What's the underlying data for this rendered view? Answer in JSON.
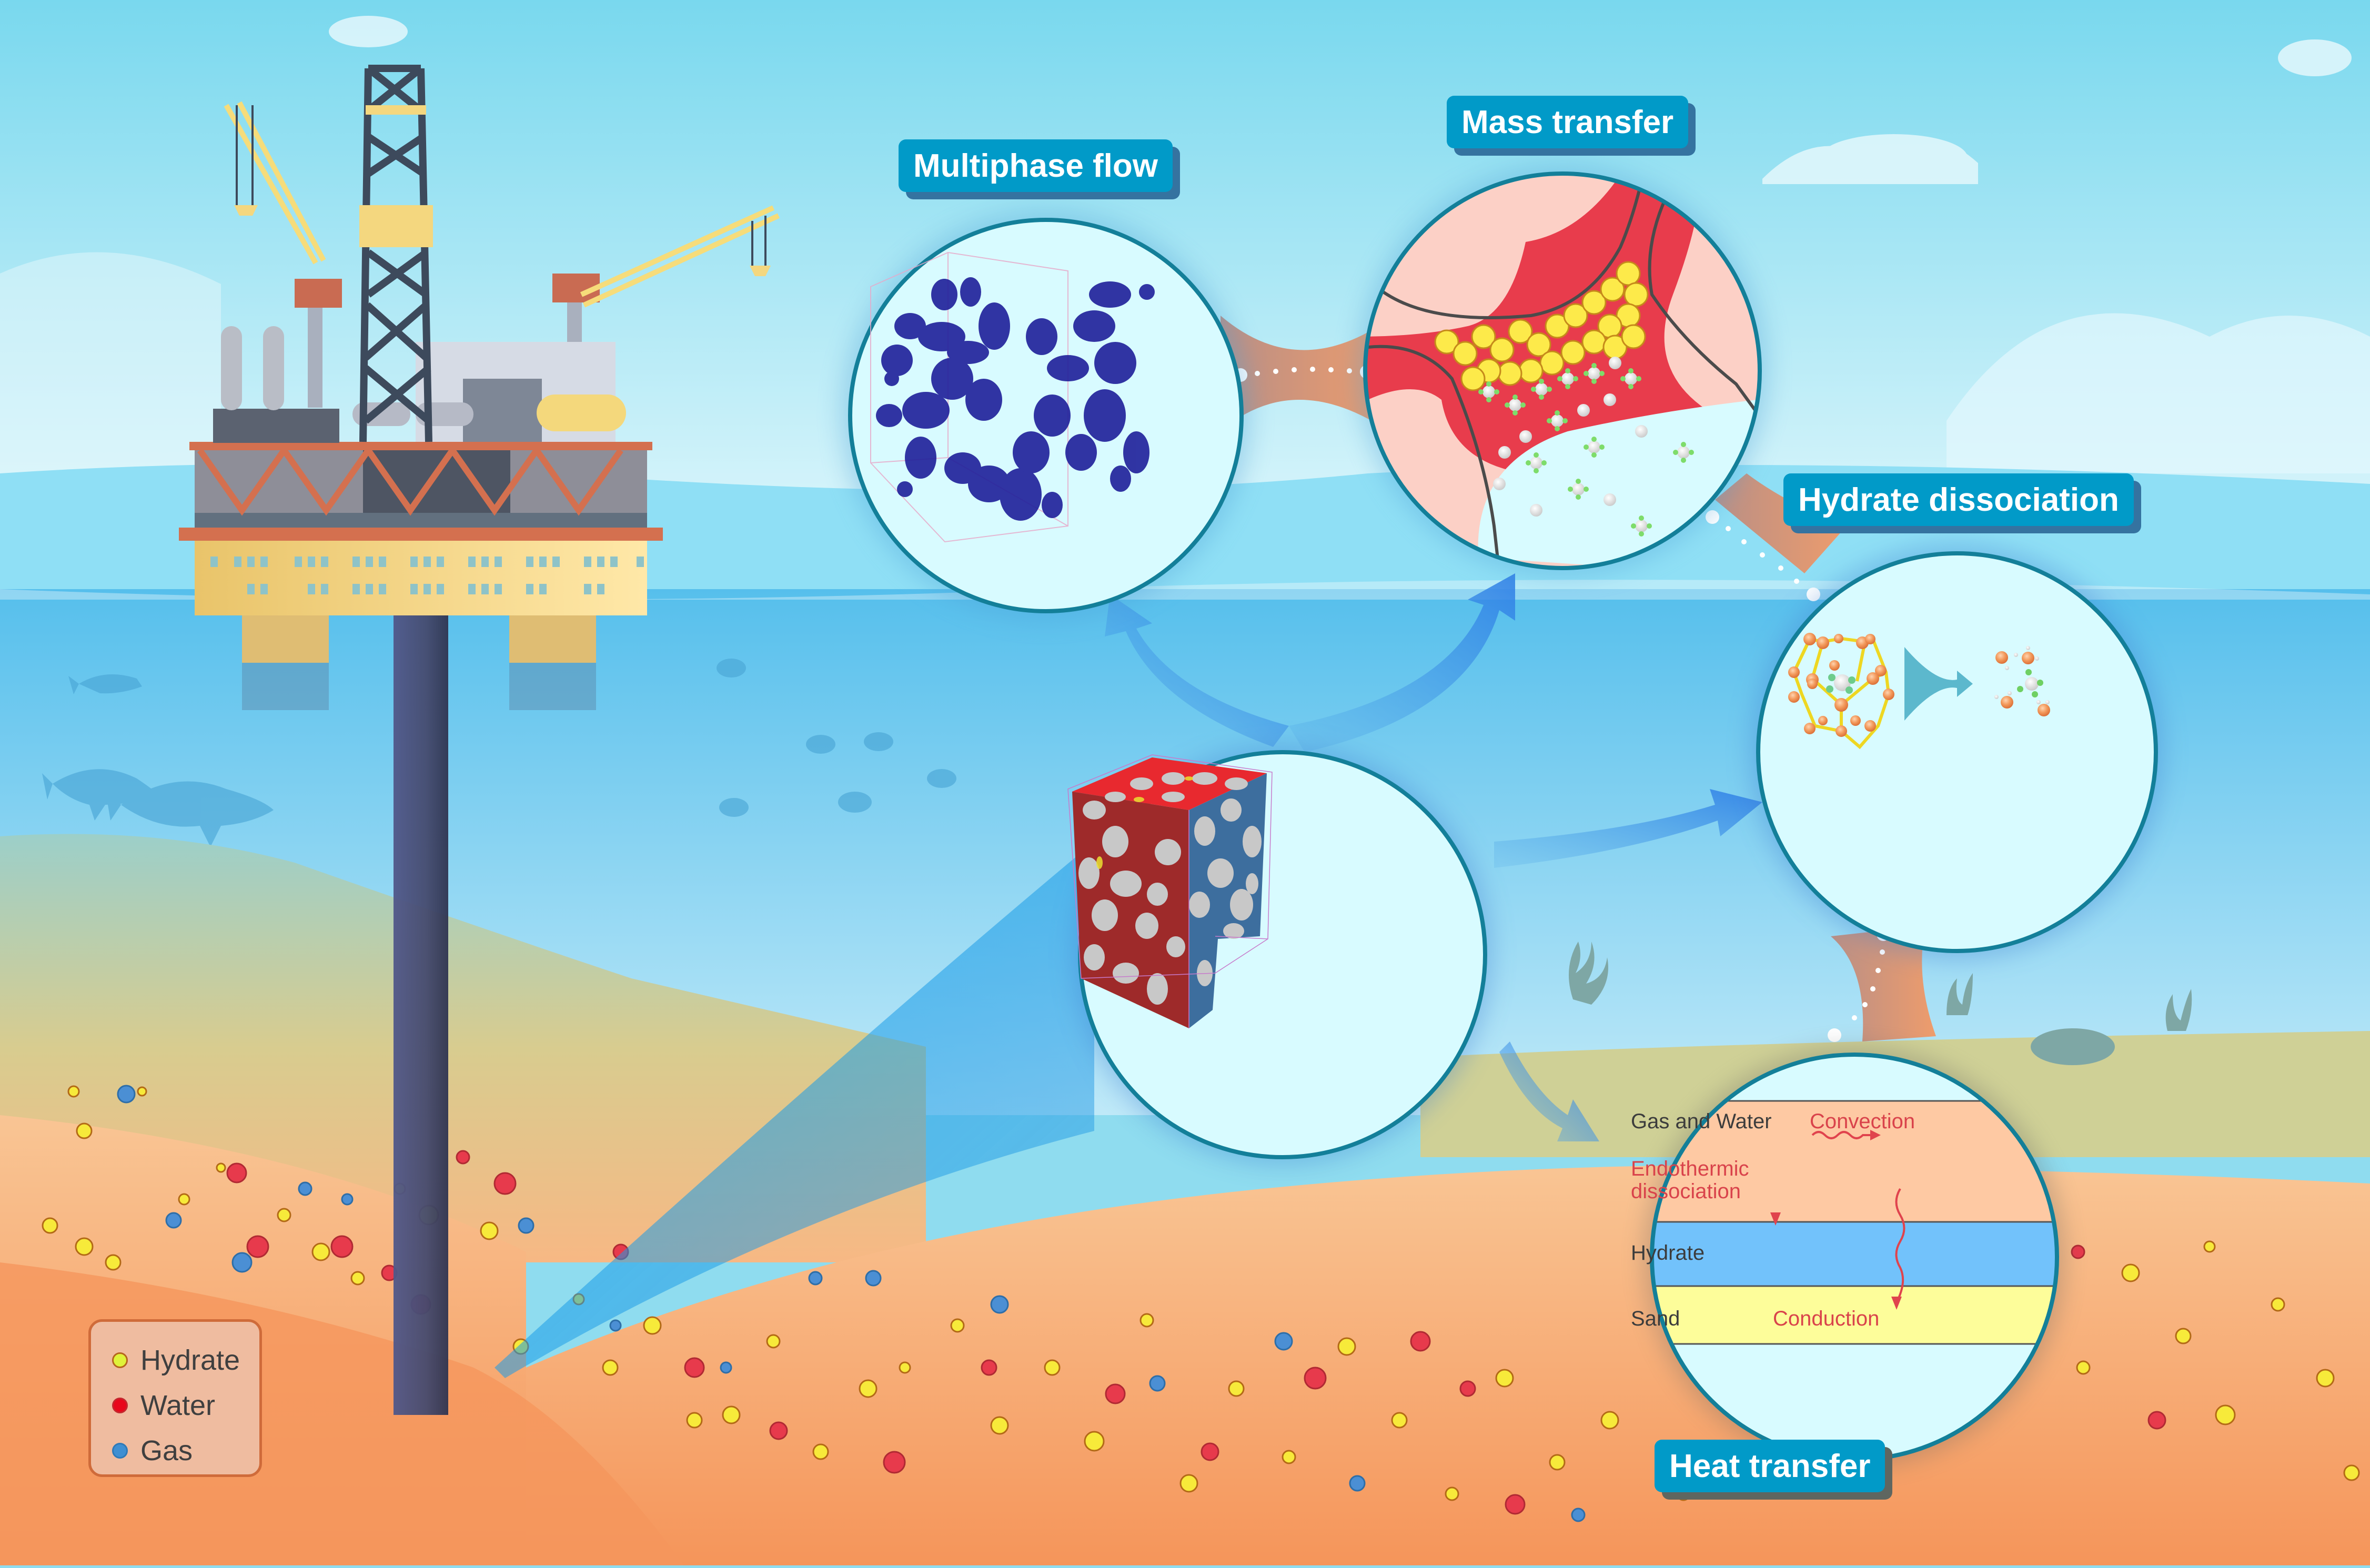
{
  "figure": {
    "description": "Schematic of natural gas hydrate production from marine sediments with multiscale coupled processes",
    "colors": {
      "sky_top": "#7ad9ee",
      "sea": "#58c1ec",
      "deep_sea": "#4fb6e6",
      "sediment": "#fdb27a",
      "sand_layer": "#cfd096",
      "badge_bg": "#019ac8",
      "badge_shadow": "#3573a0",
      "circle_fill": "#d8fbff",
      "circle_border": "#137f99",
      "connector": "#e9a07a",
      "hydrate": "#f4ec2e",
      "water": "#e7242d",
      "gas": "#4b8fd4"
    }
  },
  "panels": {
    "multiphase_flow": {
      "title": "Multiphase flow"
    },
    "mass_transfer": {
      "title": "Mass transfer"
    },
    "hydrate_dissociation": {
      "title": "Hydrate dissociation"
    },
    "heat_transfer": {
      "title": "Heat transfer",
      "layers": {
        "gas_water": "Gas and Water",
        "hydrate": "Hydrate",
        "sand": "Sand"
      },
      "annotations": {
        "convection": "Convection",
        "endothermic": "Endothermic",
        "dissociation": "dissociation",
        "conduction": "Conduction"
      }
    },
    "pore_scale_model": {
      "title": ""
    }
  },
  "legend": {
    "items": [
      {
        "label": "Hydrate",
        "color": "#dff23a",
        "border": "#b5651d"
      },
      {
        "label": "Water",
        "color": "#e8071b",
        "border": "#c4282e"
      },
      {
        "label": "Gas",
        "color": "#3f8fd2",
        "border": "#2f7ab8"
      }
    ]
  }
}
